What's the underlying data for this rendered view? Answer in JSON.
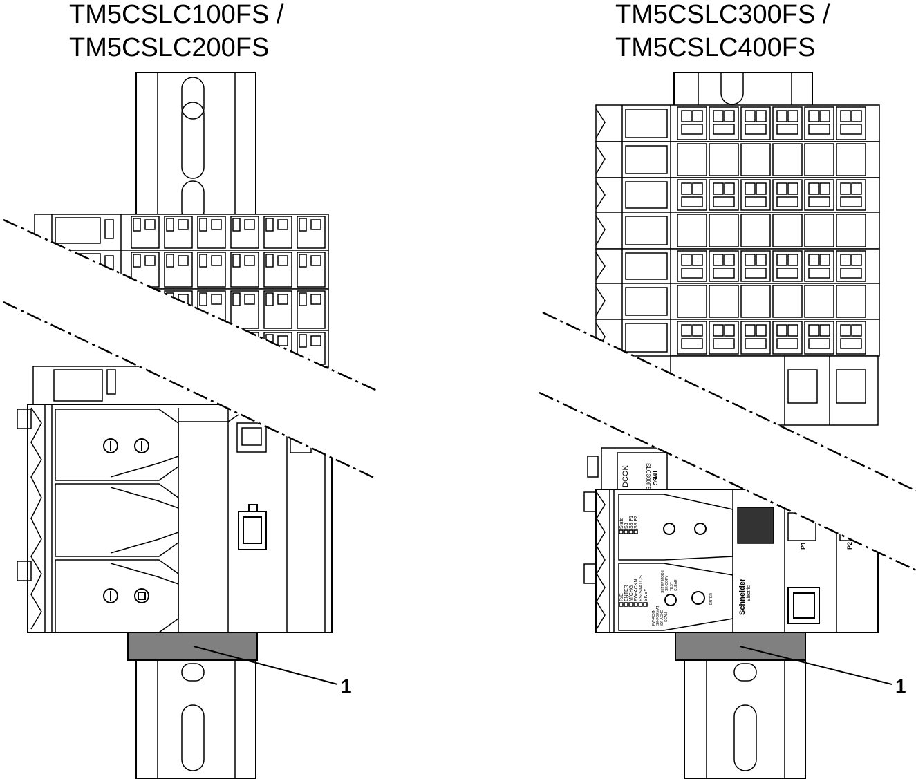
{
  "left": {
    "title_line1": "TM5CSLC100FS /",
    "title_line2": "TM5CSLC200FS",
    "callout": "1"
  },
  "right": {
    "title_line1": "TM5CSLC300FS /",
    "title_line2": "TM5CSLC400FS",
    "callout": "1",
    "module": {
      "dcok": "DCOK",
      "model_a": "TM5C",
      "model_b": "SLC300FS",
      "leds_top": [
        "State",
        "S3",
        "S3 P1",
        "S3 P2"
      ],
      "leds_bottom": [
        "R/E",
        "ENTER",
        "M/CHG",
        "FW-ACKN",
        "FS-STATUS",
        "SKEY"
      ],
      "selector_labels": [
        "SETUP MODE",
        "SK-COPY",
        "TEST",
        "CLEAR",
        "FW-ACKN",
        "SK-FORMAT",
        "SK-ACHG",
        "SCAN"
      ],
      "enter_button": "ENTER",
      "brand": "Schneider",
      "brand_sub": "Electric",
      "port1": "P1",
      "port2": "P2"
    }
  },
  "colors": {
    "line": "#000000",
    "din_spacer": "#808080"
  }
}
